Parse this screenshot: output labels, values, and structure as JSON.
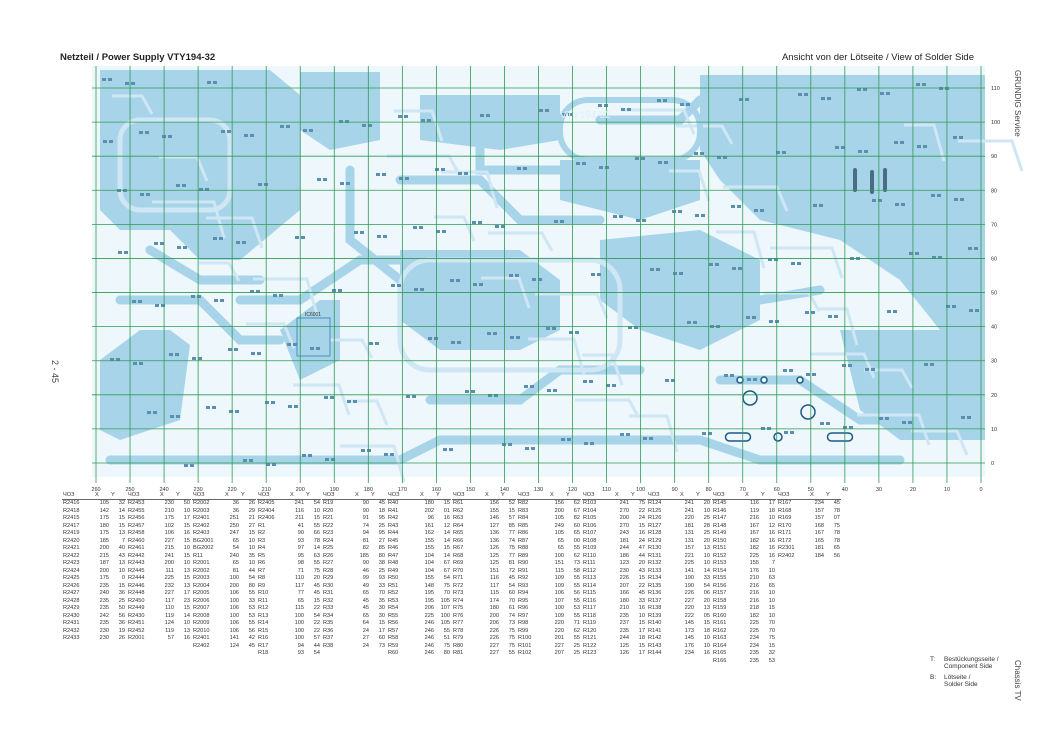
{
  "header": {
    "title_left": "Netzteil / Power Supply VTY194-32",
    "title_right": "Ansicht von der Lötseite / View of Solder Side"
  },
  "side": {
    "top": "GRUNDIG Service",
    "bottom": "Chassis TV",
    "page": "2 - 45"
  },
  "board_label": "VTY194-32",
  "ic_label": "IC6001",
  "axis": {
    "x": [
      "260",
      "250",
      "240",
      "230",
      "220",
      "210",
      "200",
      "190",
      "180",
      "170",
      "160",
      "150",
      "140",
      "130",
      "120",
      "110",
      "100",
      "90",
      "80",
      "70",
      "60",
      "50",
      "40",
      "30",
      "20",
      "10",
      "0"
    ],
    "y": [
      "110",
      "100",
      "90",
      "80",
      "70",
      "60",
      "50",
      "40",
      "30",
      "20",
      "10",
      "0"
    ]
  },
  "table_headers": [
    "ЧОЗ",
    "X",
    "Y"
  ],
  "parts": [
    [
      [
        "R2416",
        "105",
        "32"
      ],
      [
        "R2418",
        "142",
        "14"
      ],
      [
        "R2415",
        "175",
        "15"
      ],
      [
        "R2417",
        "180",
        "15"
      ],
      [
        "R2419",
        "175",
        "13"
      ],
      [
        "R2420",
        "185",
        "7"
      ],
      [
        "R2421",
        "200",
        "40"
      ],
      [
        "R2422",
        "215",
        "43"
      ],
      [
        "R2423",
        "187",
        "13"
      ],
      [
        "R2424",
        "200",
        "10"
      ],
      [
        "R2425",
        "175",
        "0"
      ],
      [
        "R2426",
        "235",
        "15"
      ],
      [
        "R2427",
        "240",
        "36"
      ],
      [
        "R2428",
        "235",
        "25"
      ],
      [
        "R2429",
        "235",
        "50"
      ],
      [
        "R2430",
        "242",
        "56"
      ],
      [
        "R2431",
        "235",
        "36"
      ],
      [
        "R2432",
        "230",
        "19"
      ],
      [
        "R2433",
        "230",
        "26"
      ]
    ],
    [
      [
        "R2453",
        "230",
        "50"
      ],
      [
        "R2455",
        "210",
        "10"
      ],
      [
        "R2456",
        "175",
        "17"
      ],
      [
        "R2457",
        "102",
        "15"
      ],
      [
        "R2458",
        "106",
        "16"
      ],
      [
        "R2460",
        "227",
        "15"
      ],
      [
        "R2461",
        "215",
        "10"
      ],
      [
        "R2442",
        "241",
        "15"
      ],
      [
        "R2443",
        "200",
        "10"
      ],
      [
        "R2445",
        "111",
        "13"
      ],
      [
        "R2444",
        "225",
        "15"
      ],
      [
        "R2446",
        "232",
        "13"
      ],
      [
        "R2448",
        "227",
        "17"
      ],
      [
        "R2450",
        "117",
        "23"
      ],
      [
        "R2449",
        "110",
        "15"
      ],
      [
        "R2430",
        "119",
        "14"
      ],
      [
        "R2451",
        "124",
        "10"
      ],
      [
        "R2452",
        "119",
        "13"
      ],
      [
        "R2001",
        "57",
        "16"
      ]
    ],
    [
      [
        "R2002",
        "36",
        "26"
      ],
      [
        "R2003",
        "36",
        "29"
      ],
      [
        "R2401",
        "251",
        "21"
      ],
      [
        "R2402",
        "250",
        "27"
      ],
      [
        "R2403",
        "247",
        "15"
      ],
      [
        "BG2001",
        "65",
        "10"
      ],
      [
        "BG2002",
        "54",
        "10"
      ],
      [
        "R11",
        "240",
        "35"
      ],
      [
        "R2001",
        "65",
        "10"
      ],
      [
        "R2002",
        "81",
        "44"
      ],
      [
        "R2003",
        "100",
        "54"
      ],
      [
        "R2004",
        "200",
        "80"
      ],
      [
        "R2005",
        "106",
        "55"
      ],
      [
        "R2006",
        "100",
        "33"
      ],
      [
        "R2007",
        "106",
        "53"
      ],
      [
        "R2008",
        "100",
        "53"
      ],
      [
        "R2009",
        "106",
        "55"
      ],
      [
        "R2010",
        "106",
        "56"
      ],
      [
        "R2401",
        "141",
        "42"
      ],
      [
        "R2402",
        "124",
        "45"
      ]
    ],
    [
      [
        "R2405",
        "241",
        "54"
      ],
      [
        "R2404",
        "116",
        "10"
      ],
      [
        "R2406",
        "211",
        "15"
      ],
      [
        "R1",
        "41",
        "55"
      ],
      [
        "R2",
        "90",
        "66"
      ],
      [
        "R3",
        "93",
        "78"
      ],
      [
        "R4",
        "97",
        "14"
      ],
      [
        "R5",
        "95",
        "63"
      ],
      [
        "R6",
        "98",
        "55"
      ],
      [
        "R7",
        "71",
        "75"
      ],
      [
        "R8",
        "110",
        "20"
      ],
      [
        "R9",
        "117",
        "45"
      ],
      [
        "R10",
        "77",
        "45"
      ],
      [
        "R11",
        "65",
        "15"
      ],
      [
        "R12",
        "115",
        "22"
      ],
      [
        "R13",
        "100",
        "54"
      ],
      [
        "R14",
        "100",
        "22"
      ],
      [
        "R15",
        "100",
        "22"
      ],
      [
        "R16",
        "100",
        "57"
      ],
      [
        "R17",
        "94",
        "44"
      ],
      [
        "R18",
        "93",
        "54"
      ]
    ],
    [
      [
        "R19",
        "90",
        "45"
      ],
      [
        "R20",
        "90",
        "18"
      ],
      [
        "R21",
        "91",
        "95"
      ],
      [
        "R22",
        "74",
        "25"
      ],
      [
        "R23",
        "94",
        "95"
      ],
      [
        "R24",
        "81",
        "27"
      ],
      [
        "R25",
        "82",
        "85"
      ],
      [
        "R26",
        "185",
        "80"
      ],
      [
        "R27",
        "90",
        "38"
      ],
      [
        "R28",
        "46",
        "25"
      ],
      [
        "R29",
        "99",
        "93"
      ],
      [
        "R30",
        "49",
        "33"
      ],
      [
        "R31",
        "65",
        "70"
      ],
      [
        "R32",
        "45",
        "35"
      ],
      [
        "R33",
        "45",
        "30"
      ],
      [
        "R34",
        "65",
        "30"
      ],
      [
        "R35",
        "64",
        "15"
      ],
      [
        "R36",
        "24",
        "17"
      ],
      [
        "R37",
        "27",
        "60"
      ],
      [
        "R38",
        "24",
        "73"
      ]
    ],
    [
      [
        "R40",
        "180",
        "15"
      ],
      [
        "R41",
        "202",
        "01"
      ],
      [
        "R42",
        "96",
        "16"
      ],
      [
        "R43",
        "161",
        "12"
      ],
      [
        "R44",
        "162",
        "14"
      ],
      [
        "R45",
        "155",
        "14"
      ],
      [
        "R46",
        "155",
        "15"
      ],
      [
        "R47",
        "104",
        "14"
      ],
      [
        "R48",
        "104",
        "67"
      ],
      [
        "R49",
        "104",
        "67"
      ],
      [
        "R50",
        "155",
        "54"
      ],
      [
        "R51",
        "148",
        "75"
      ],
      [
        "R52",
        "195",
        "70"
      ],
      [
        "R53",
        "195",
        "105"
      ],
      [
        "R54",
        "206",
        "107"
      ],
      [
        "R55",
        "225",
        "100"
      ],
      [
        "R56",
        "246",
        "105"
      ],
      [
        "R57",
        "246",
        "55"
      ],
      [
        "R58",
        "246",
        "51"
      ],
      [
        "R59",
        "246",
        "75"
      ],
      [
        "R60",
        "246",
        "80"
      ]
    ],
    [
      [
        "R61",
        "156",
        "52"
      ],
      [
        "R62",
        "155",
        "15"
      ],
      [
        "R63",
        "146",
        "57"
      ],
      [
        "R64",
        "127",
        "85"
      ],
      [
        "R65",
        "136",
        "77"
      ],
      [
        "R66",
        "136",
        "74"
      ],
      [
        "R67",
        "126",
        "75"
      ],
      [
        "R68",
        "125",
        "77"
      ],
      [
        "R69",
        "125",
        "81"
      ],
      [
        "R70",
        "151",
        "72"
      ],
      [
        "R71",
        "116",
        "45"
      ],
      [
        "R72",
        "117",
        "54"
      ],
      [
        "R73",
        "115",
        "60"
      ],
      [
        "R74",
        "174",
        "70"
      ],
      [
        "R75",
        "180",
        "61"
      ],
      [
        "R76",
        "200",
        "74"
      ],
      [
        "R77",
        "206",
        "73"
      ],
      [
        "R78",
        "226",
        "75"
      ],
      [
        "R79",
        "226",
        "75"
      ],
      [
        "R80",
        "227",
        "75"
      ],
      [
        "R81",
        "227",
        "55"
      ]
    ],
    [
      [
        "R82",
        "156",
        "62"
      ],
      [
        "R83",
        "200",
        "67"
      ],
      [
        "R84",
        "105",
        "82"
      ],
      [
        "R85",
        "249",
        "60"
      ],
      [
        "R86",
        "105",
        "65"
      ],
      [
        "R87",
        "65",
        "00"
      ],
      [
        "R88",
        "65",
        "55"
      ],
      [
        "R89",
        "100",
        "62"
      ],
      [
        "R90",
        "151",
        "73"
      ],
      [
        "R91",
        "115",
        "58"
      ],
      [
        "R92",
        "109",
        "55"
      ],
      [
        "R93",
        "109",
        "55"
      ],
      [
        "R94",
        "106",
        "56"
      ],
      [
        "R95",
        "107",
        "55"
      ],
      [
        "R96",
        "100",
        "53"
      ],
      [
        "R97",
        "109",
        "55"
      ],
      [
        "R98",
        "220",
        "71"
      ],
      [
        "R99",
        "220",
        "62"
      ],
      [
        "R100",
        "201",
        "55"
      ],
      [
        "R101",
        "227",
        "25"
      ],
      [
        "R102",
        "207",
        "25"
      ]
    ],
    [
      [
        "R103",
        "241",
        "75"
      ],
      [
        "R104",
        "270",
        "22"
      ],
      [
        "R105",
        "200",
        "24"
      ],
      [
        "R106",
        "270",
        "15"
      ],
      [
        "R107",
        "243",
        "16"
      ],
      [
        "R108",
        "181",
        "24"
      ],
      [
        "R109",
        "244",
        "47"
      ],
      [
        "R110",
        "186",
        "44"
      ],
      [
        "R111",
        "123",
        "20"
      ],
      [
        "R112",
        "230",
        "43"
      ],
      [
        "R113",
        "226",
        "15"
      ],
      [
        "R114",
        "207",
        "22"
      ],
      [
        "R115",
        "166",
        "45"
      ],
      [
        "R116",
        "180",
        "33"
      ],
      [
        "R117",
        "210",
        "16"
      ],
      [
        "R118",
        "235",
        "10"
      ],
      [
        "R119",
        "237",
        "15"
      ],
      [
        "R120",
        "235",
        "17"
      ],
      [
        "R121",
        "244",
        "18"
      ],
      [
        "R122",
        "125",
        "15"
      ],
      [
        "R123",
        "126",
        "17"
      ]
    ],
    [
      [
        "R124",
        "241",
        "20"
      ],
      [
        "R125",
        "241",
        "10"
      ],
      [
        "R126",
        "220",
        "25"
      ],
      [
        "R127",
        "181",
        "28"
      ],
      [
        "R128",
        "131",
        "25"
      ],
      [
        "R129",
        "131",
        "20"
      ],
      [
        "R130",
        "157",
        "13"
      ],
      [
        "R131",
        "221",
        "10"
      ],
      [
        "R132",
        "225",
        "10"
      ],
      [
        "R133",
        "141",
        "14"
      ],
      [
        "R134",
        "190",
        "33"
      ],
      [
        "R135",
        "190",
        "54"
      ],
      [
        "R136",
        "226",
        "06"
      ],
      [
        "R137",
        "227",
        "20"
      ],
      [
        "R138",
        "220",
        "13"
      ],
      [
        "R139",
        "222",
        "05"
      ],
      [
        "R140",
        "145",
        "15"
      ],
      [
        "R141",
        "173",
        "18"
      ],
      [
        "R142",
        "145",
        "10"
      ],
      [
        "R143",
        "176",
        "10"
      ],
      [
        "R144",
        "234",
        "16"
      ]
    ],
    [
      [
        "R145",
        "116",
        "17"
      ],
      [
        "R146",
        "119",
        "18"
      ],
      [
        "R147",
        "216",
        "10"
      ],
      [
        "R148",
        "167",
        "12"
      ],
      [
        "R149",
        "167",
        "16"
      ],
      [
        "R150",
        "182",
        "16"
      ],
      [
        "R151",
        "182",
        "16"
      ],
      [
        "R152",
        "225",
        "16"
      ],
      [
        "R153",
        "155",
        "7"
      ],
      [
        "R154",
        "176",
        "10"
      ],
      [
        "R155",
        "210",
        "63"
      ],
      [
        "R156",
        "216",
        "65"
      ],
      [
        "R157",
        "216",
        "10"
      ],
      [
        "R158",
        "216",
        "10"
      ],
      [
        "R159",
        "218",
        "15"
      ],
      [
        "R160",
        "182",
        "10"
      ],
      [
        "R161",
        "225",
        "70"
      ],
      [
        "R162",
        "225",
        "70"
      ],
      [
        "R163",
        "234",
        "75"
      ],
      [
        "R164",
        "234",
        "15"
      ],
      [
        "R165",
        "235",
        "32"
      ],
      [
        "R166",
        "235",
        "53"
      ]
    ],
    [
      [
        "R167",
        "234",
        "45"
      ],
      [
        "R168",
        "157",
        "78"
      ],
      [
        "R169",
        "157",
        "07"
      ],
      [
        "R170",
        "168",
        "75"
      ],
      [
        "R171",
        "167",
        "78"
      ],
      [
        "R172",
        "165",
        "78"
      ],
      [
        "R2301",
        "181",
        "65"
      ],
      [
        "R2402",
        "184",
        "56"
      ]
    ]
  ],
  "legend": [
    [
      "T:",
      "Bestückungsseite /",
      "Component Side"
    ],
    [
      "B:",
      "Lötseite /",
      "Solder Side"
    ]
  ]
}
